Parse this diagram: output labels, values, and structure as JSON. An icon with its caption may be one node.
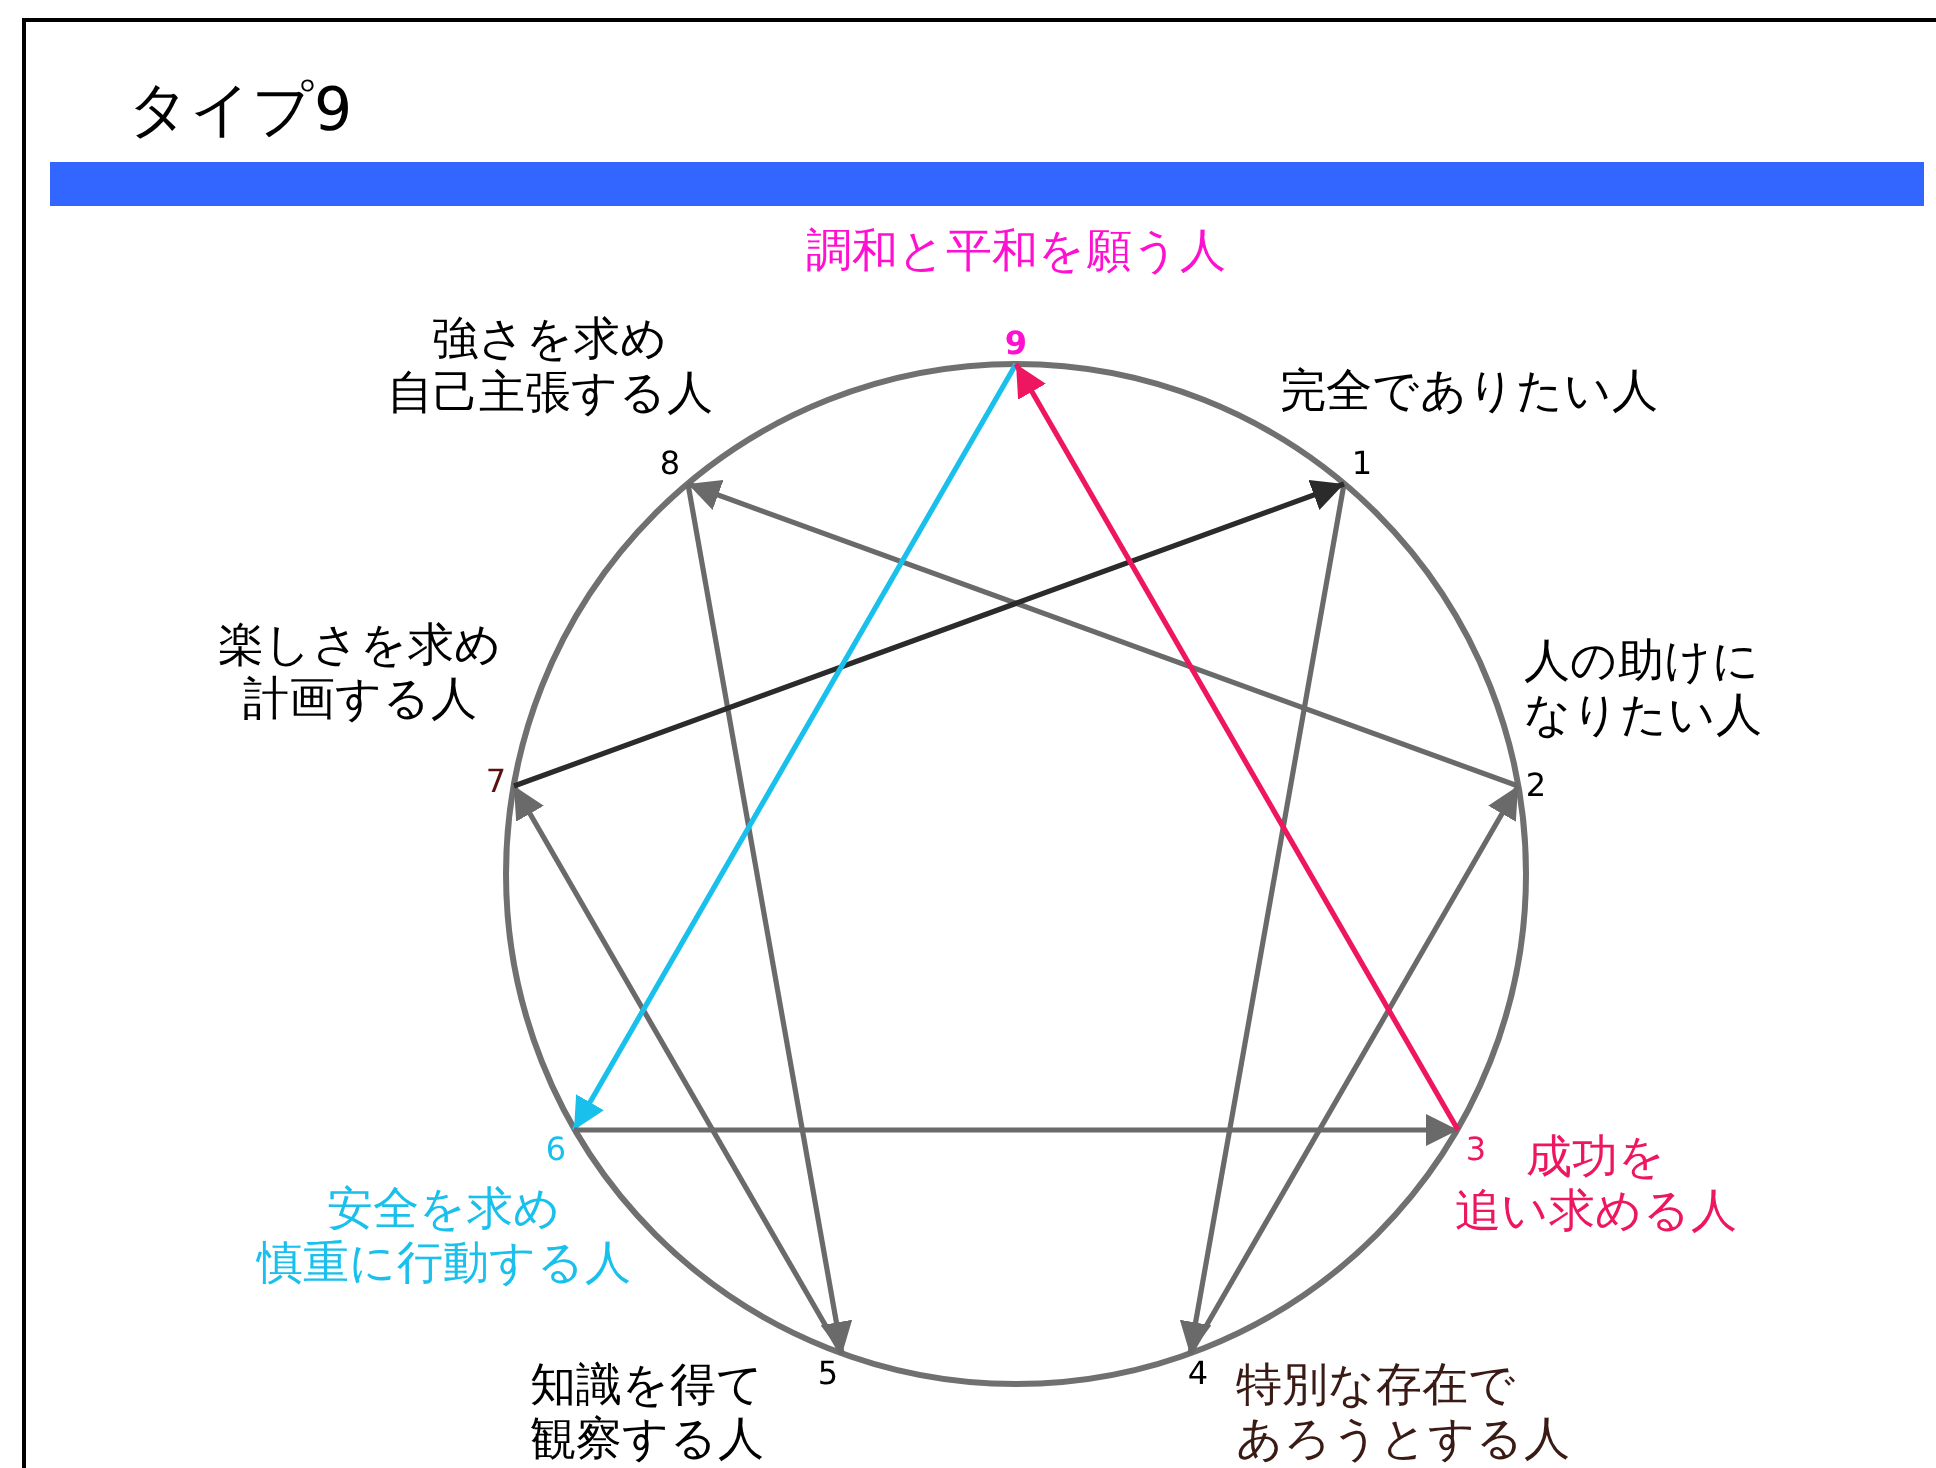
{
  "diagram": {
    "title": "タイプ9",
    "nodes": [
      {
        "text": [
          "9"
        ],
        "beside": [
          "調和と平和を願う人"
        ]
      },
      {
        "text": [
          "1"
        ],
        "beside": [
          "完全でありたい人"
        ]
      },
      {
        "text": [
          "2"
        ],
        "beside": [
          "人の助けになりたい人"
        ]
      },
      {
        "text": [
          "3"
        ],
        "beside": [
          "成功を追い求める人"
        ]
      },
      {
        "text": [
          "4"
        ],
        "beside": [
          "特別な存在であろうとする人"
        ]
      },
      {
        "text": [
          "5"
        ],
        "beside": [
          "知識を得て観察する人"
        ]
      },
      {
        "text": [
          "6"
        ],
        "beside": [
          "安全を求め慎重に行動する人"
        ]
      },
      {
        "text": [
          "7"
        ],
        "beside": [
          "楽しさを求め計画する人"
        ]
      },
      {
        "text": [
          "8"
        ],
        "beside": [
          "強さを求め自己主張する人"
        ]
      }
    ],
    "edges": [
      {
        "from": 1,
        "to": 4,
        "arrow": "to"
      },
      {
        "from": 4,
        "to": 2,
        "arrow": "to"
      },
      {
        "from": 2,
        "to": 8,
        "arrow": "to"
      },
      {
        "from": 8,
        "to": 5,
        "arrow": "to"
      },
      {
        "from": 5,
        "to": 7,
        "arrow": "to"
      },
      {
        "from": 7,
        "to": 1,
        "arrow": "to",
        "color": "#2b2b2b"
      },
      {
        "from": 0,
        "to": 6,
        "arrow": "to",
        "color": "#19c0ec"
      },
      {
        "from": 6,
        "to": 3,
        "arrow": "to"
      },
      {
        "from": 3,
        "to": 0,
        "arrow": "to",
        "color": "#ee1660"
      }
    ]
  }
}
